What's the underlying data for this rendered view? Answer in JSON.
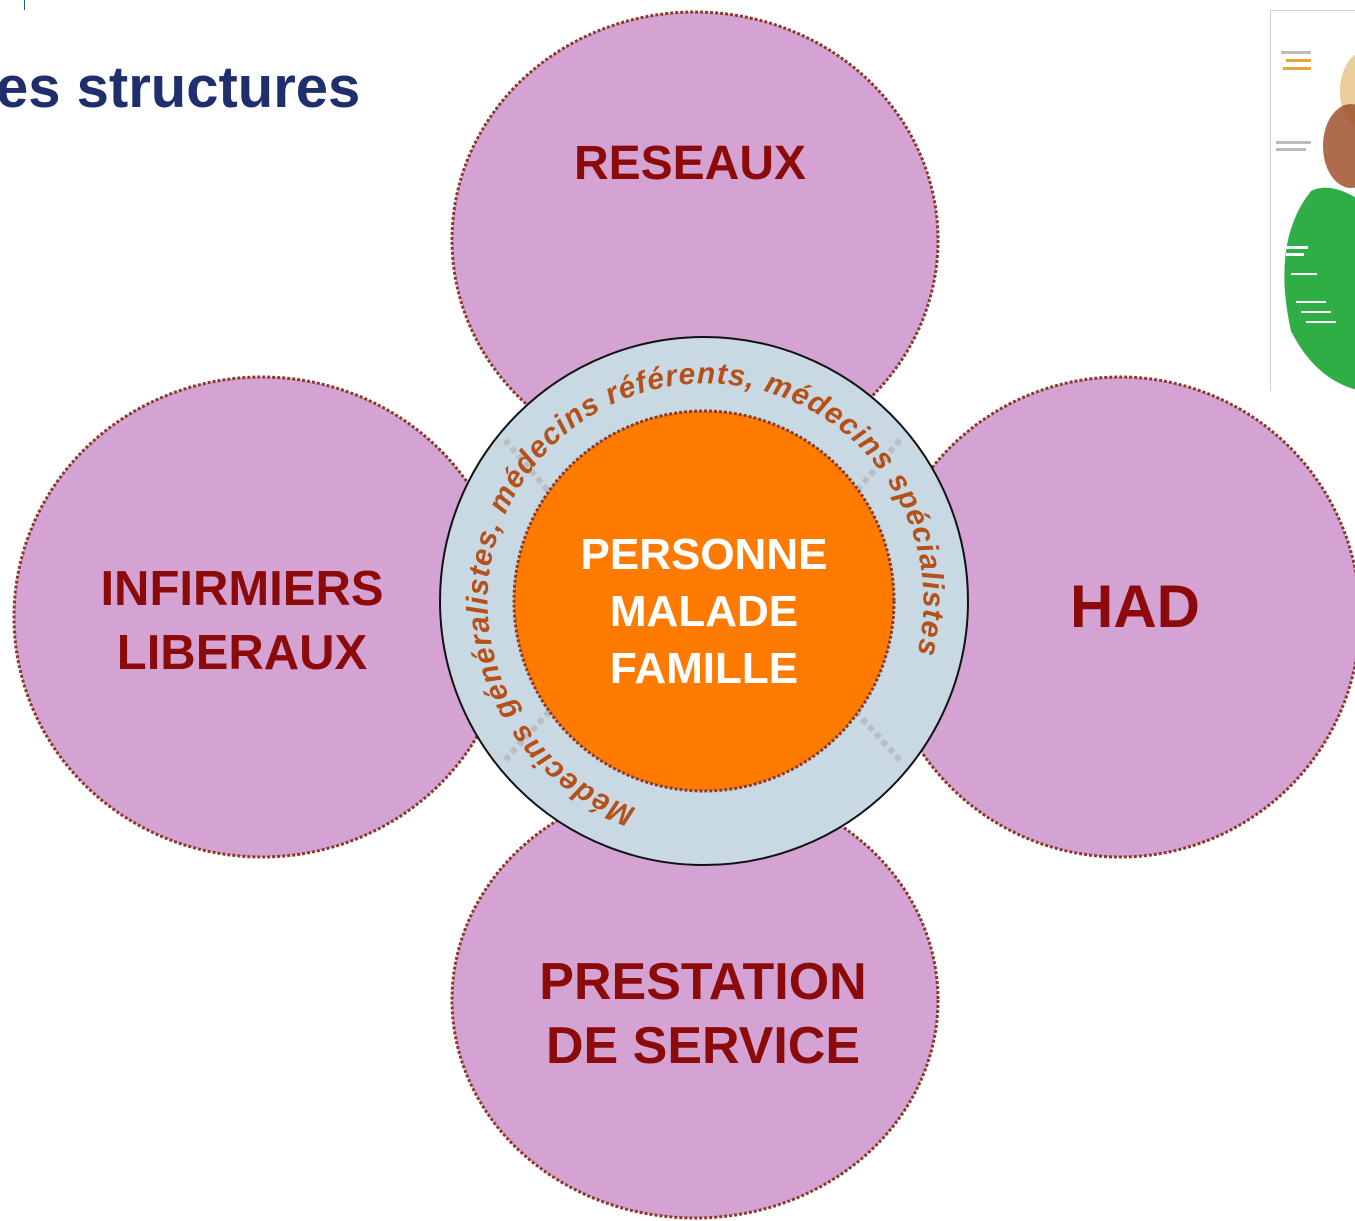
{
  "slide": {
    "title": "es structures"
  },
  "petals": {
    "top": "RESEAUX",
    "left_line1": "INFIRMIERS",
    "left_line2": "LIBERAUX",
    "right": "HAD",
    "bottom_line1": "PRESTATION",
    "bottom_line2": "DE SERVICE"
  },
  "center": {
    "line1": "PERSONNE",
    "line2": "MALADE",
    "line3": "FAMILLE"
  },
  "ring": {
    "text": "Médecins généralistes, médecins référents, médecins spécialistes"
  },
  "colors": {
    "petal_fill": "#d4a3d4",
    "petal_border": "#8b3a2a",
    "petal_text": "#8b0a0a",
    "ring_fill": "#c9d9e3",
    "ring_text": "#b5501a",
    "center_fill": "#ff7b00",
    "title": "#1f2f6e"
  }
}
